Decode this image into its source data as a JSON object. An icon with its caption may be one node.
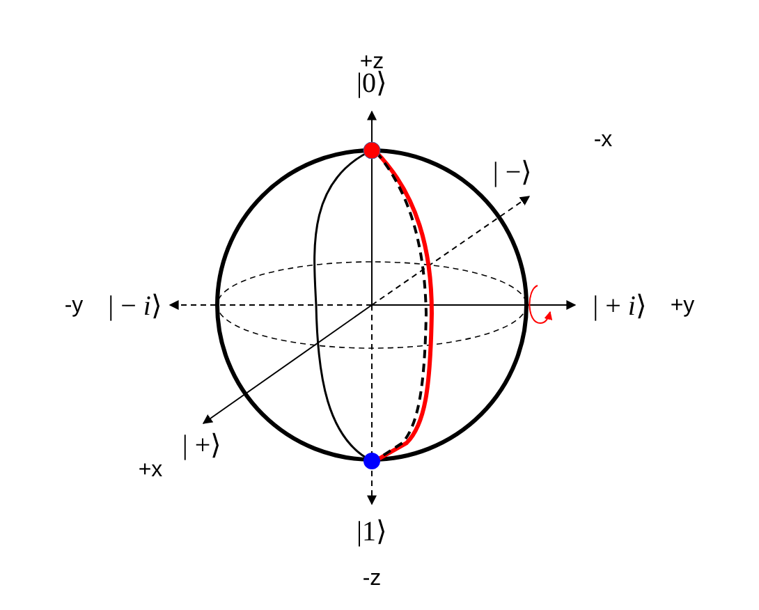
{
  "diagram": {
    "labels": [
      "+z",
      "|0⟩",
      "-x",
      "| −⟩",
      "-y",
      "| − *i*⟩",
      "| + *i*⟩",
      "+y",
      "| +⟩",
      "+x",
      "|1⟩",
      "-z"
    ]
  }
}
